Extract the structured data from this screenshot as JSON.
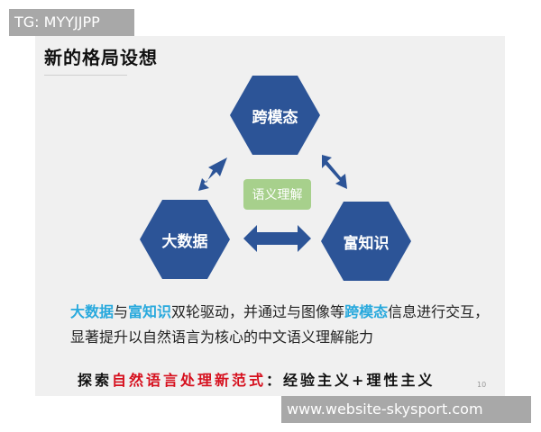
{
  "watermarks": {
    "top": "TG: MYYJJPP",
    "bottom": "www.website-skysport.com"
  },
  "slide": {
    "title": "新的格局设想",
    "page_number": "10",
    "colors": {
      "hexagon": "#2c5497",
      "center_box": "#a7d08c",
      "highlight": "#28a9dd",
      "motto_red": "#d6101e",
      "background": "#f0f0f0"
    },
    "diagram": {
      "nodes": [
        {
          "id": "top",
          "label": "跨模态"
        },
        {
          "id": "left",
          "label": "大数据"
        },
        {
          "id": "right",
          "label": "富知识"
        }
      ],
      "center": "语义理解",
      "arrows": [
        {
          "from": "left",
          "to": "top",
          "type": "bidirectional"
        },
        {
          "from": "top",
          "to": "right",
          "type": "bidirectional"
        },
        {
          "from": "left",
          "to": "right",
          "type": "bidirectional"
        }
      ]
    },
    "description": {
      "seg1_hl": "大数据",
      "seg2": "与",
      "seg3_hl": "富知识",
      "seg4": "双轮驱动，并通过与图像等",
      "seg5_hl": "跨模态",
      "seg6": "信息进行交互，显著提升以自然语言为核心的中文语义理解能力"
    },
    "motto": {
      "part1": "探索",
      "part2_red": "自然语言处理新范式",
      "part3": "：经验主义+理性主义"
    }
  }
}
